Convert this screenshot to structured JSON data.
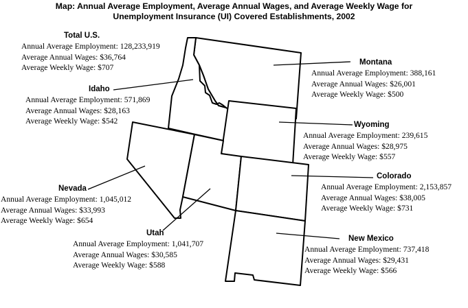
{
  "title": {
    "line1": "Map: Annual Average Employment, Average Annual Wages, and Average Weekly Wage for",
    "line2": "Unemployment Insurance (UI) Covered Establishments, 2002"
  },
  "labels": {
    "employment": "Annual Average Employment:",
    "annual_wages": "Average Annual Wages:",
    "weekly_wage": "Average Weekly Wage:"
  },
  "total": {
    "name": "Total U.S.",
    "employment": "128,233,919",
    "annual_wages": "$36,764",
    "weekly_wage": "$707"
  },
  "states": {
    "montana": {
      "name": "Montana",
      "employment": "388,161",
      "annual_wages": "$26,001",
      "weekly_wage": "$500"
    },
    "idaho": {
      "name": "Idaho",
      "employment": "571,869",
      "annual_wages": "$28,163",
      "weekly_wage": "$542"
    },
    "wyoming": {
      "name": "Wyoming",
      "employment": "239,615",
      "annual_wages": "$28,975",
      "weekly_wage": "$557"
    },
    "nevada": {
      "name": "Nevada",
      "employment": "1,045,012",
      "annual_wages": "$33,993",
      "weekly_wage": "$654"
    },
    "colorado": {
      "name": "Colorado",
      "employment": "2,153,857",
      "annual_wages": "$38,005",
      "weekly_wage": "$731"
    },
    "utah": {
      "name": "Utah",
      "employment": "1,041,707",
      "annual_wages": "$30,585",
      "weekly_wage": "$588"
    },
    "new_mexico": {
      "name": "New Mexico",
      "employment": "737,418",
      "annual_wages": "$29,431",
      "weekly_wage": "$566"
    }
  }
}
